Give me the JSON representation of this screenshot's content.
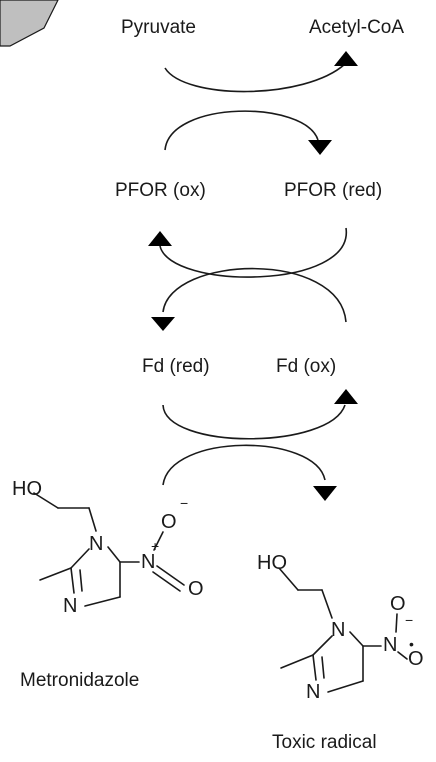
{
  "labels": {
    "pyruvate": "Pyruvate",
    "acetyl_coa": "Acetyl-CoA",
    "pfor_ox": "PFOR (ox)",
    "pfor_red": "PFOR (red)",
    "fd_red": "Fd (red)",
    "fd_ox": "Fd (ox)",
    "metronidazole": "Metronidazole",
    "toxic_radical": "Toxic radical"
  },
  "atoms": {
    "ho": "HO",
    "n": "N",
    "o": "O",
    "plus": "+",
    "minus": "−",
    "radical_dot": "•"
  },
  "colors": {
    "ink": "#1a1a1a",
    "corner_shape_fill": "#bfbfbf"
  }
}
